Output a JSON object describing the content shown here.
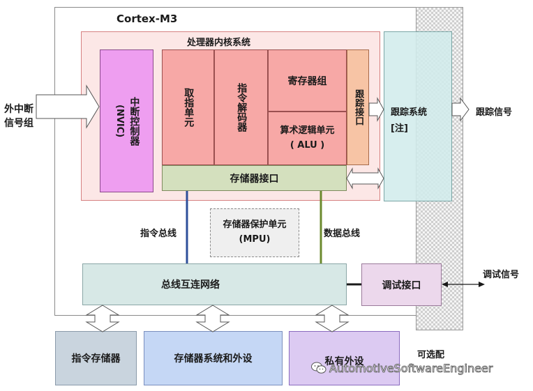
{
  "chip": {
    "title": "Cortex-M3"
  },
  "core": {
    "title": "处理器内核系统",
    "nvic_label": "中断控制器",
    "nvic_abbr": "(NVIC)",
    "fetch_unit": "取指单元",
    "decoder": "指令解码器",
    "register_file": "寄存器组",
    "alu_line1": "算术逻辑单元",
    "alu_line2": "( ALU )",
    "memory_interface": "存储器接口",
    "trace_interface": "跟踪接口"
  },
  "trace": {
    "system_line1": "跟踪系统",
    "system_line2": "[注]",
    "signal": "跟踪信号"
  },
  "interrupts": {
    "line1": "外中断",
    "line2": "信号组"
  },
  "buses": {
    "instruction_bus": "指令总线",
    "data_bus": "数据总线"
  },
  "mpu": {
    "line1": "存储器保护单元",
    "line2": "(MPU)"
  },
  "bus_matrix": {
    "label": "总线互连网络"
  },
  "debug": {
    "interface": "调试接口",
    "signal": "调试信号"
  },
  "external": {
    "instruction_memory": "指令存储器",
    "memory_system": "存储器系统和外设",
    "private_peripheral": "私有外设"
  },
  "optional": {
    "label": "可选配"
  },
  "watermark": {
    "text": "AutomotiveSoftwareEngineer",
    "icon": "wechat-icon"
  },
  "colors": {
    "core_bg": "#fce7e6",
    "nvic": "#ee9ef0",
    "pipeline": "#f7a8a6",
    "memory_interface": "#d4e0be",
    "trace_system": "#d2ecec",
    "bus_matrix": "#d7e8e6",
    "instruction_bus": "#2e4f9a",
    "data_bus": "#6b8a2e"
  }
}
